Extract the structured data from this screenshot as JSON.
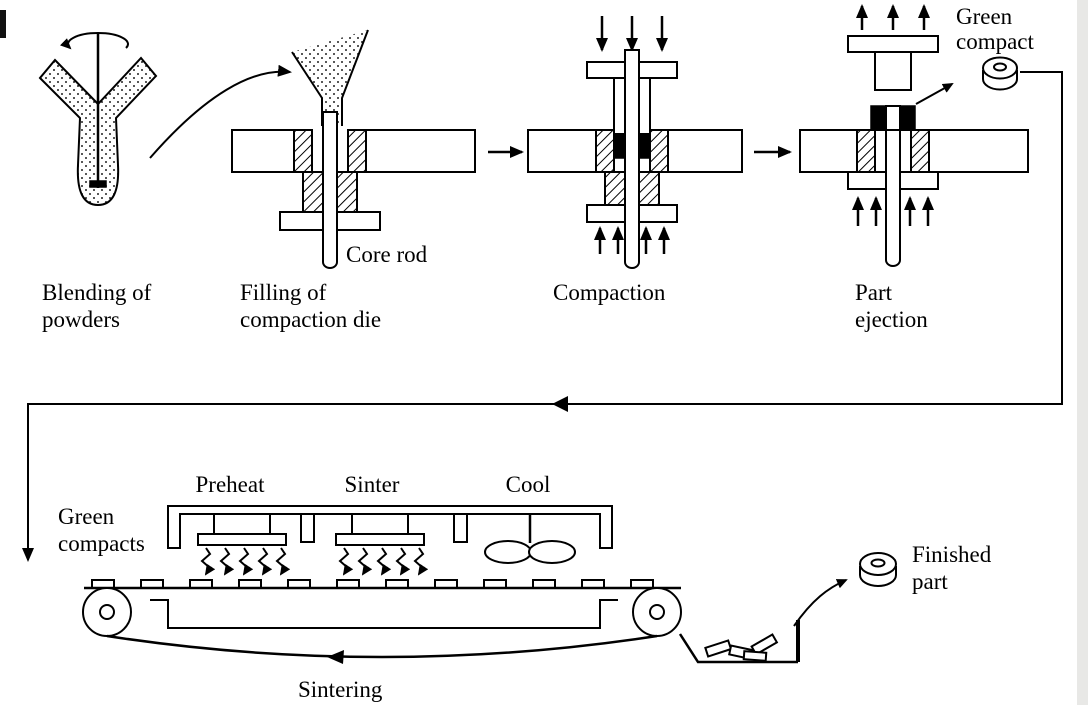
{
  "labels": {
    "blending_line1": "Blending of",
    "blending_line2": "powders",
    "filling_line1": "Filling of",
    "filling_line2": "compaction die",
    "core_rod": "Core rod",
    "compaction": "Compaction",
    "ejection_line1": "Part",
    "ejection_line2": "ejection",
    "green_compact_line1": "Green",
    "green_compact_line2": "compact",
    "preheat": "Preheat",
    "sinter": "Sinter",
    "cool": "Cool",
    "green_compacts_line1": "Green",
    "green_compacts_line2": "compacts",
    "finished_part_line1": "Finished",
    "finished_part_line2": "part",
    "sintering": "Sintering"
  },
  "colors": {
    "ink": "#000000",
    "paper": "#ffffff",
    "compact_fill": "#000000"
  }
}
